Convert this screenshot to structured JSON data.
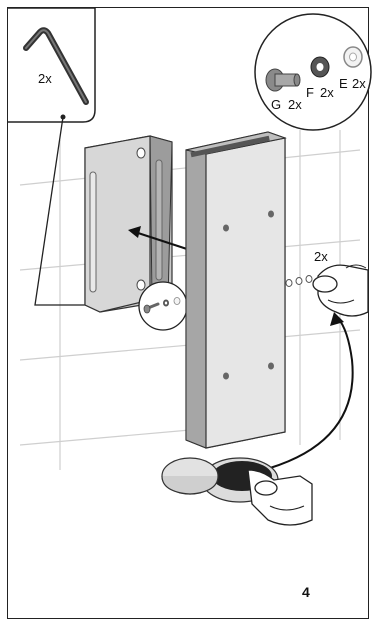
{
  "callouts": {
    "tool_qty": "2x",
    "part_g": "G",
    "part_g_qty": "2x",
    "part_f": "F",
    "part_f_qty": "2x",
    "part_e": "E",
    "part_e_qty": "2x",
    "insert_qty": "2x"
  },
  "step_number": "4",
  "icons": [
    "allen-key-icon",
    "screw-icon",
    "washer-icon",
    "spacer-ring-icon",
    "bracket",
    "cover-panel",
    "hand-icon",
    "container"
  ],
  "colors": {
    "line": "#222222",
    "metal_light": "#e6e6e6",
    "metal_mid": "#c8c8c8",
    "metal_dark": "#9a9a9a",
    "tile_line": "#cfcfcf"
  }
}
